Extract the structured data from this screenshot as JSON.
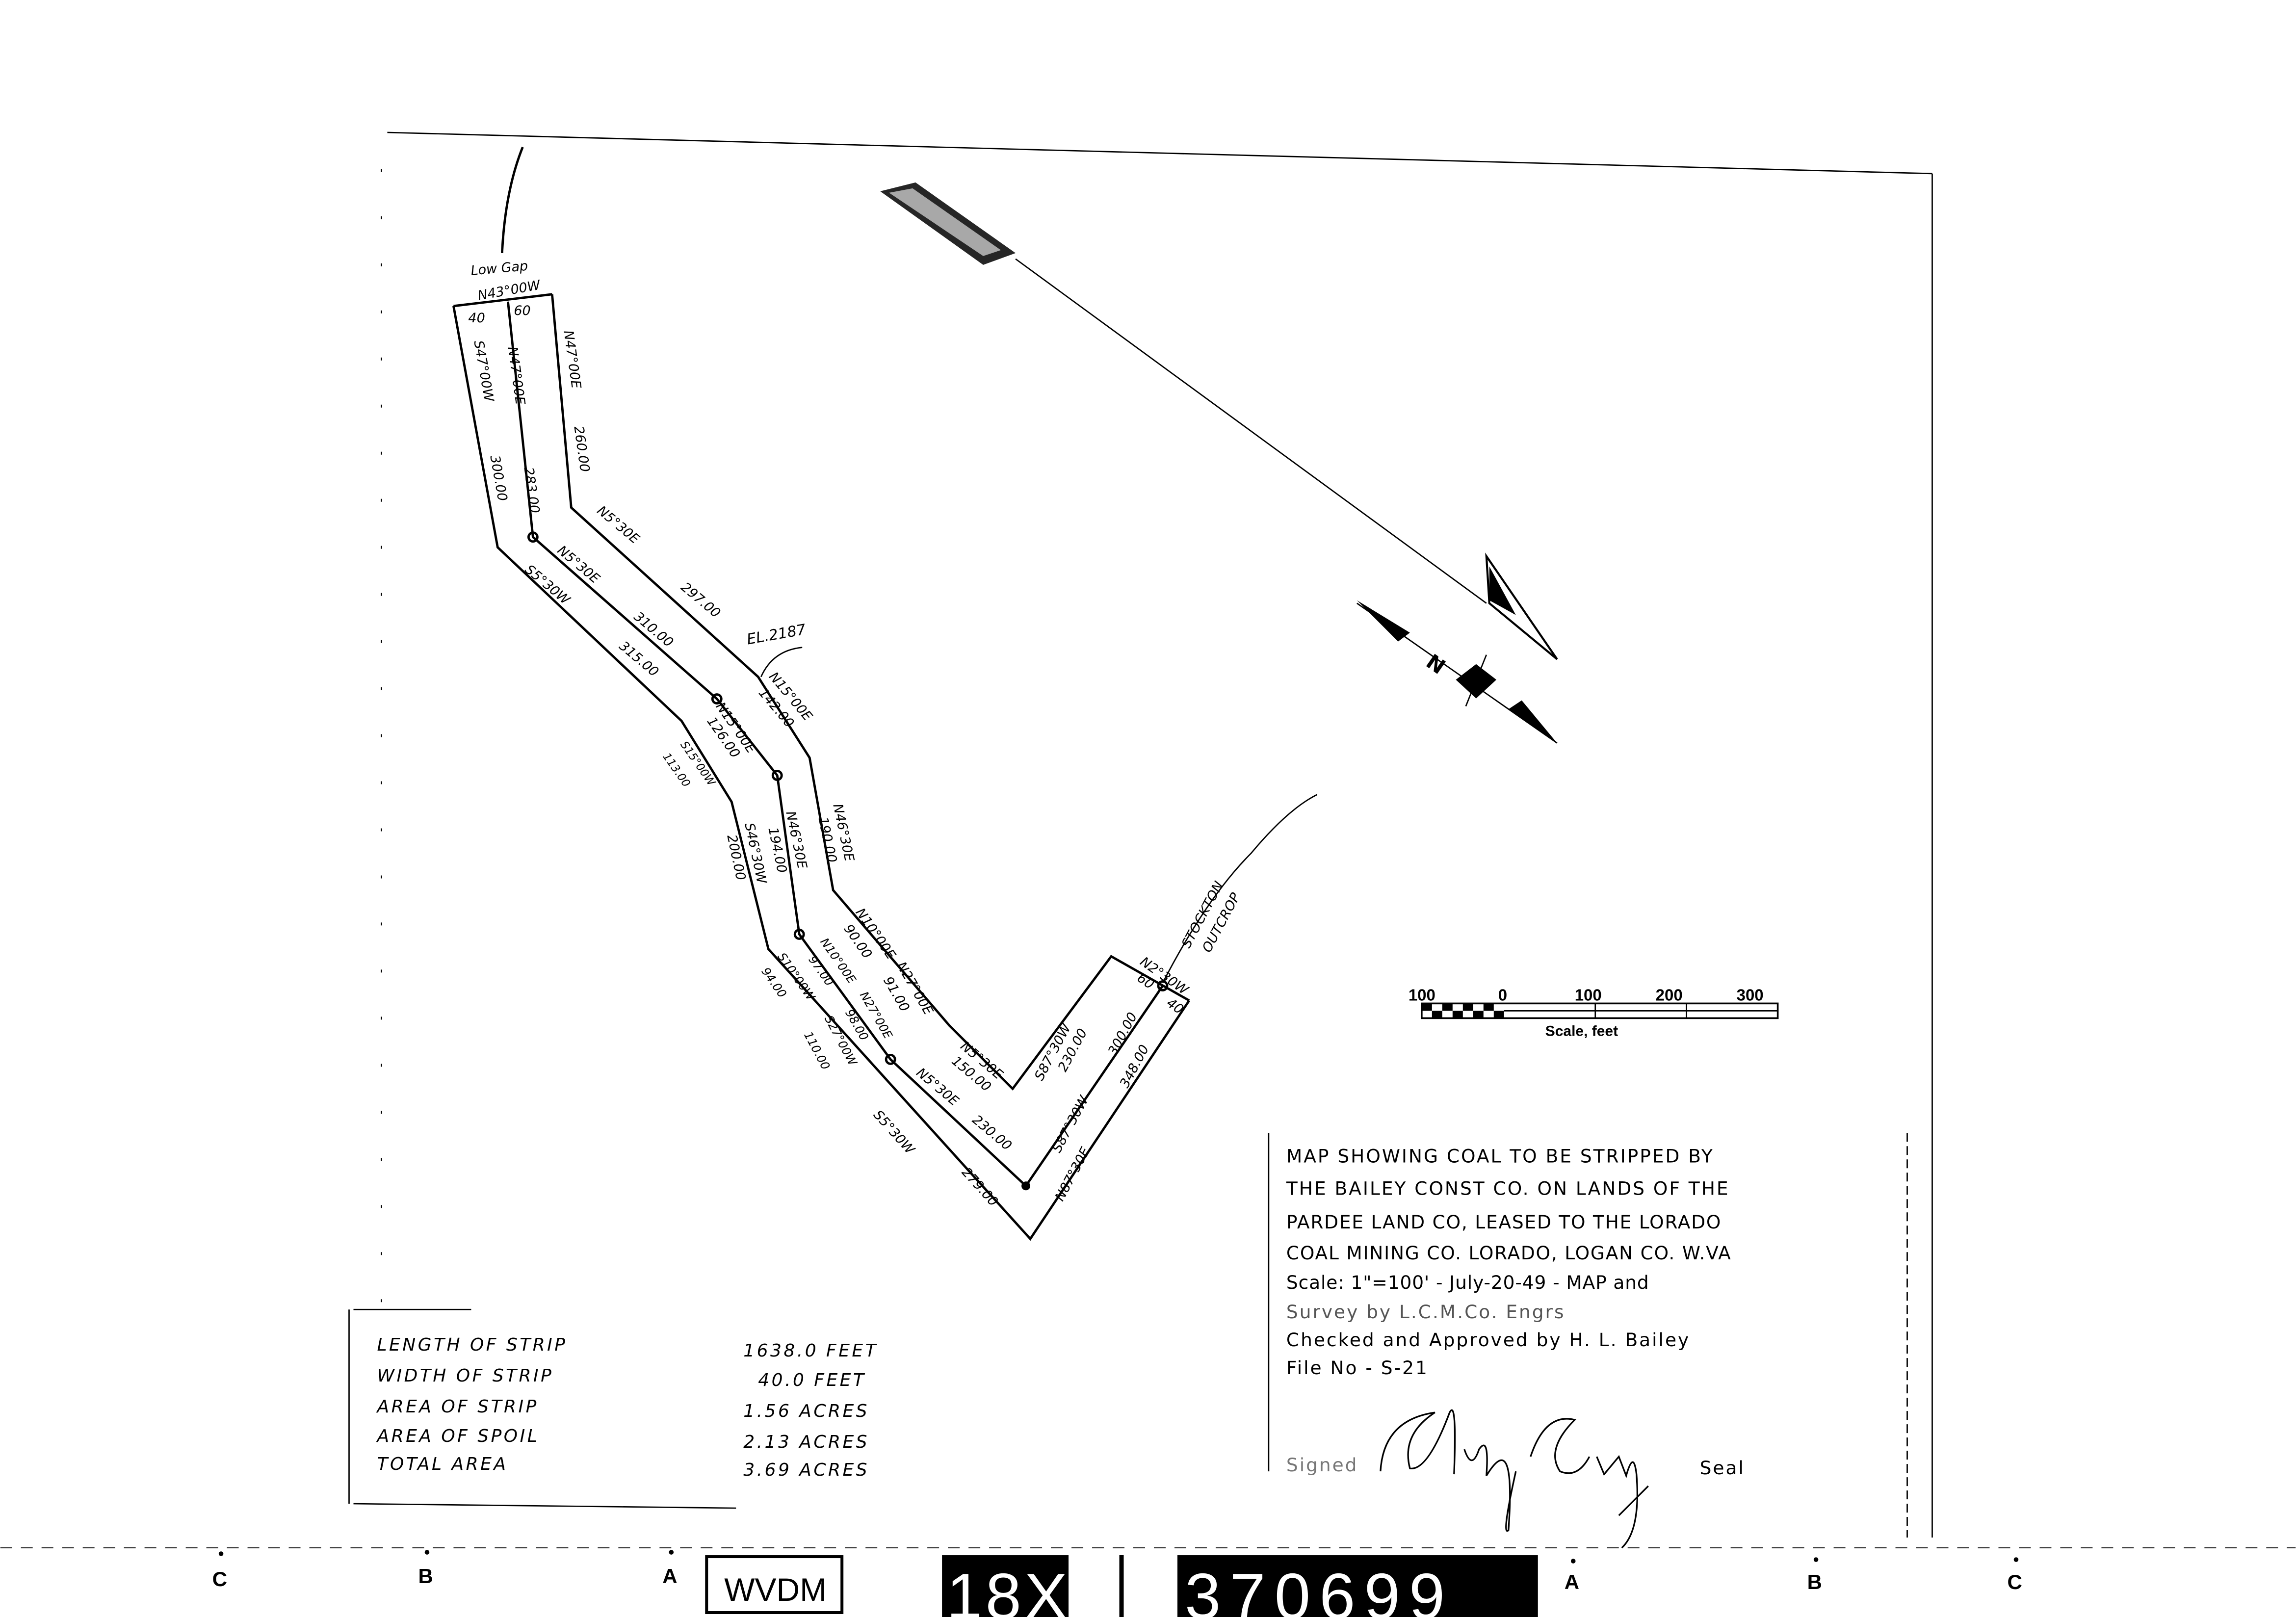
{
  "map": {
    "low_gap": "Low Gap",
    "elevation": "EL.2187",
    "north": "N",
    "stockton": "STOCKTON",
    "outcrop": "OUTCROP",
    "top_bearing": "N43°00W",
    "top_w1": "40",
    "top_w2": "60",
    "end_bearing": "N2°30W",
    "end_w1": "60",
    "end_w2": "40",
    "courses": [
      {
        "b": "S47°00W",
        "d": "300.00"
      },
      {
        "b": "N47°00E",
        "d": "283.00"
      },
      {
        "b": "N47°00E",
        "d": "260.00"
      },
      {
        "b": "N5°30E",
        "d": "297.00"
      },
      {
        "b": "N5°30E",
        "d": "310.00"
      },
      {
        "b": "S5°30W",
        "d": "315.00"
      },
      {
        "b": "N15°00E",
        "d": "142.00"
      },
      {
        "b": "N15°00E",
        "d": "126.00"
      },
      {
        "b": "S15°00W",
        "d": "113.00"
      },
      {
        "b": "N46°30E",
        "d": "190.00"
      },
      {
        "b": "N46°30E",
        "d": "194.00"
      },
      {
        "b": "S46°30W",
        "d": "200.00"
      },
      {
        "b": "N10°00E",
        "d": "90.00"
      },
      {
        "b": "N10°00E",
        "d": "97.00"
      },
      {
        "b": "S10°00W",
        "d": "94.00"
      },
      {
        "b": "N27°00E",
        "d": "91.00"
      },
      {
        "b": "N27°00E",
        "d": "98.00"
      },
      {
        "b": "S27°00W",
        "d": "110.00"
      },
      {
        "b": "N5°30E",
        "d": "150.00"
      },
      {
        "b": "N5°30E",
        "d": "230.00"
      },
      {
        "b": "S5°30W",
        "d": "279.00"
      },
      {
        "b": "S87°30W",
        "d": "230.00"
      },
      {
        "b": "S87°30W",
        "d": "300.00"
      },
      {
        "b": "N87°30E",
        "d": "348.00"
      }
    ]
  },
  "scale_bar": {
    "ticks": [
      "100",
      "0",
      "100",
      "200",
      "300"
    ],
    "label": "Scale, feet"
  },
  "title_block": {
    "lines": [
      "MAP SHOWING COAL TO BE STRIPPED BY",
      "THE BAILEY CONST CO. ON LANDS OF THE",
      "PARDEE LAND CO, LEASED TO THE LORADO",
      "COAL MINING CO. LORADO, LOGAN CO. W.VA",
      "Scale: 1\"=100' - July-20-49 - MAP and",
      "Survey by L.C.M.Co. Engrs",
      "Checked and Approved by H. L. Bailey",
      "File No - S-21"
    ],
    "signed_label": "Signed",
    "signature": "Harold L Bailey",
    "seal_label": "Seal"
  },
  "summary_table": {
    "rows": [
      {
        "label": "LENGTH OF STRIP",
        "value": "1638.0 FEET"
      },
      {
        "label": "WIDTH OF STRIP",
        "value": "40.0 FEET"
      },
      {
        "label": "AREA OF STRIP",
        "value": "1.56 ACRES"
      },
      {
        "label": "AREA OF SPOIL",
        "value": "2.13 ACRES"
      },
      {
        "label": "TOTAL AREA",
        "value": "3.69 ACRES"
      }
    ]
  },
  "film_strip": {
    "marks": [
      "C",
      "B",
      "A",
      "A",
      "B",
      "C"
    ],
    "archive": "WVDM",
    "reduction": "18X",
    "frame_number": "370699"
  }
}
